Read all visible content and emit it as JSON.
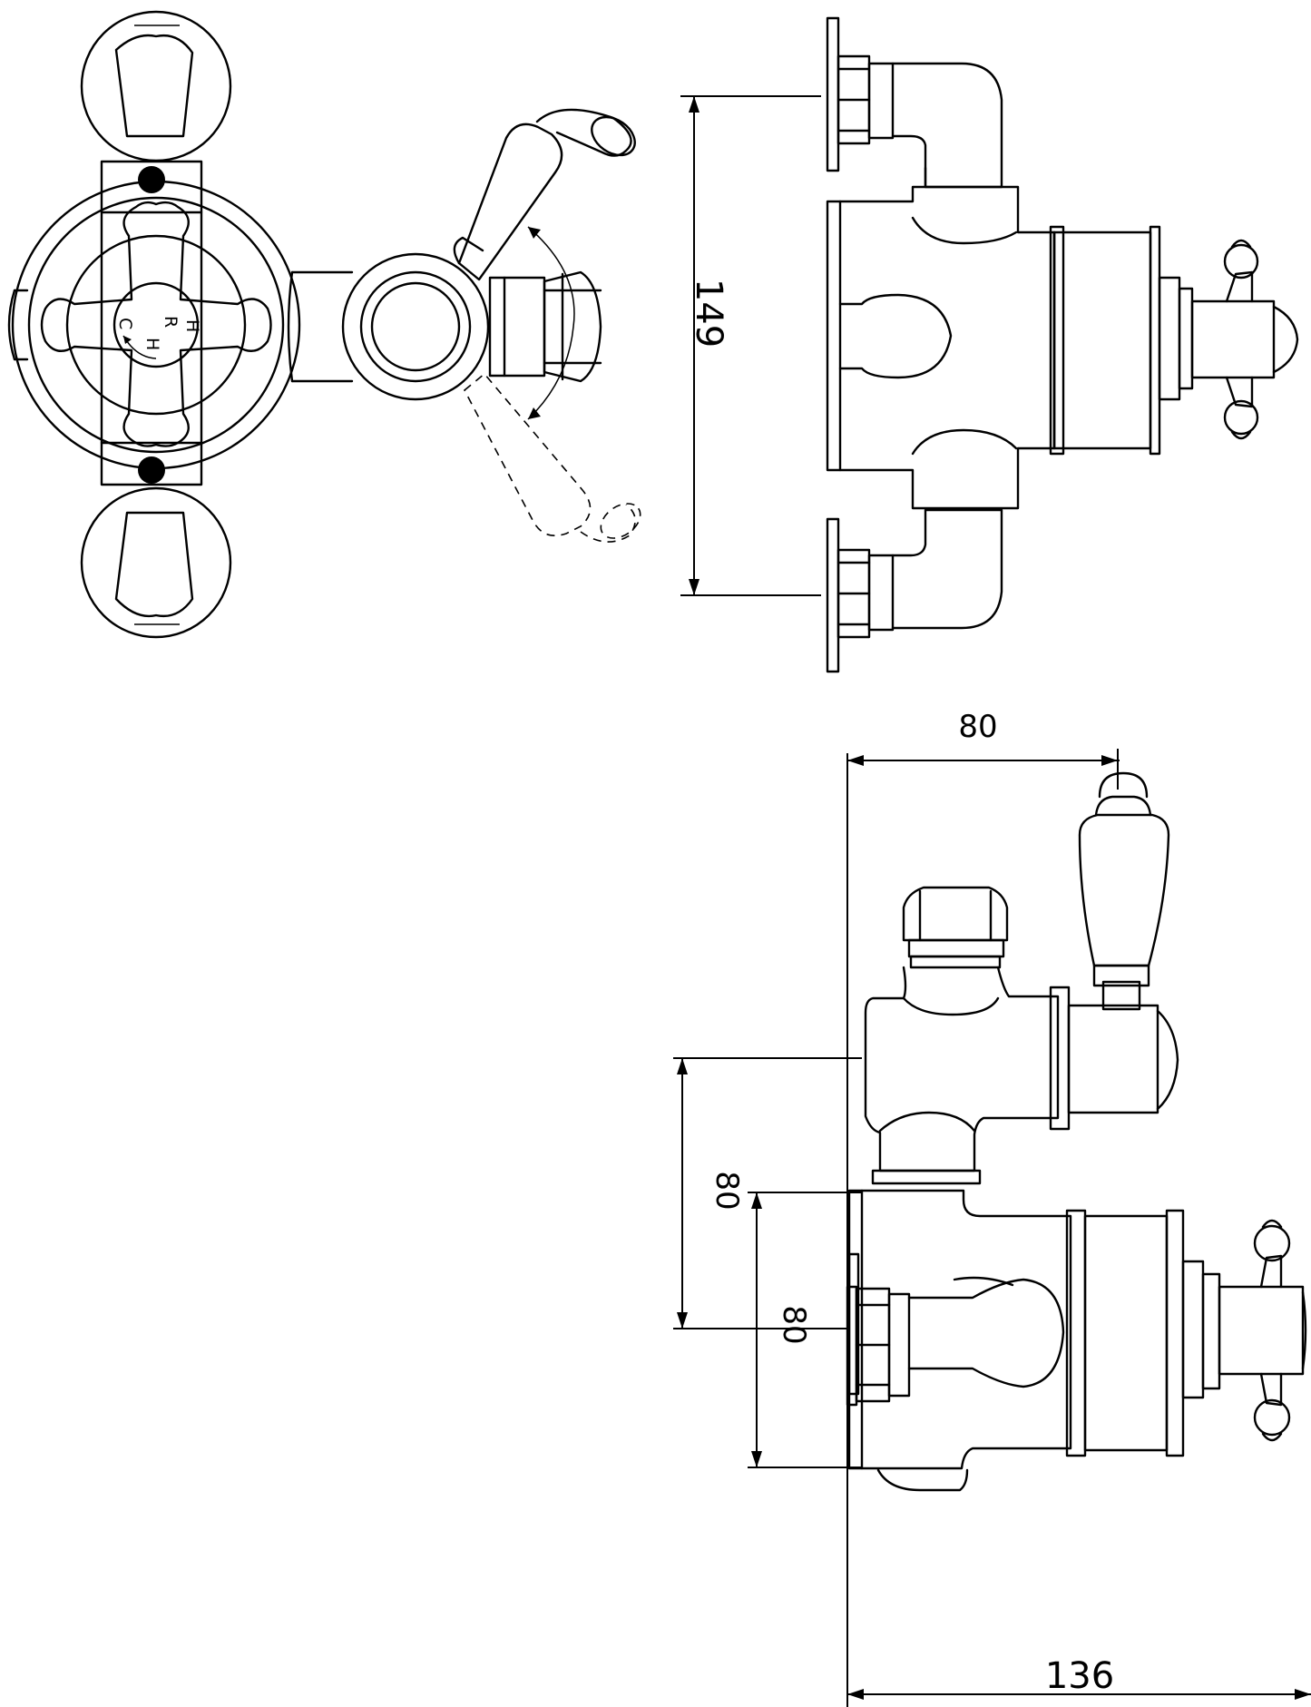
{
  "drawing": {
    "views": [
      "front",
      "side",
      "top"
    ],
    "dimensions": {
      "side_height": "149",
      "top_width": "80",
      "top_centers_upper": "80",
      "top_centers_lower": "80",
      "top_depth": "136"
    },
    "dial_markings": {
      "hot": "H",
      "cold": "C",
      "right": "R"
    },
    "colors": {
      "line": "#000000",
      "background": "#ffffff"
    }
  }
}
